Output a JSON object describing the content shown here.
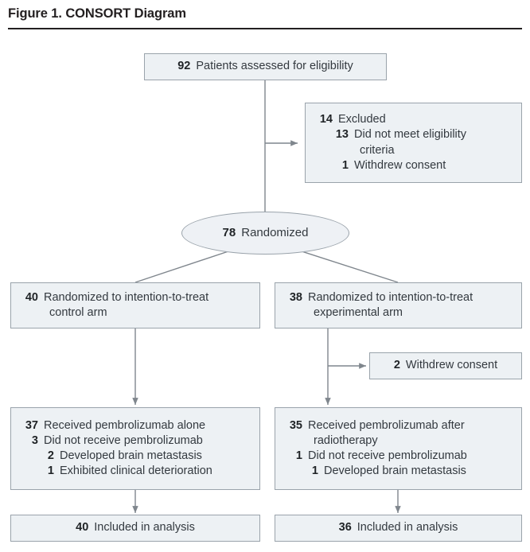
{
  "figure": {
    "title": "Figure 1. CONSORT Diagram",
    "colors": {
      "box_fill": "#edf1f4",
      "box_border": "#9aa3ab",
      "connector": "#7f868d",
      "text": "#33393f",
      "rule": "#231f20"
    }
  },
  "nodes": {
    "assessed": {
      "name": "patients-assessed",
      "lines": [
        {
          "num": "92",
          "text": "Patients assessed for eligibility",
          "level": 0
        }
      ]
    },
    "excluded": {
      "name": "excluded",
      "lines": [
        {
          "num": "14",
          "text": "Excluded",
          "level": 0
        },
        {
          "num": "13",
          "text": "Did not meet eligibility",
          "level": 1
        },
        {
          "num": "",
          "text": "criteria",
          "level": 1,
          "continuation": true
        },
        {
          "num": "1",
          "text": "Withdrew consent",
          "level": 1
        }
      ]
    },
    "randomized": {
      "name": "randomized",
      "lines": [
        {
          "num": "78",
          "text": "Randomized",
          "level": 0
        }
      ]
    },
    "control_arm": {
      "name": "control-arm",
      "lines": [
        {
          "num": "40",
          "text": "Randomized to intention-to-treat",
          "level": 0
        },
        {
          "num": "",
          "text": "control arm",
          "level": 0,
          "continuation": true
        }
      ]
    },
    "experimental_arm": {
      "name": "experimental-arm",
      "lines": [
        {
          "num": "38",
          "text": "Randomized to intention-to-treat",
          "level": 0
        },
        {
          "num": "",
          "text": "experimental arm",
          "level": 0,
          "continuation": true
        }
      ]
    },
    "withdrew_consent": {
      "name": "withdrew-consent",
      "lines": [
        {
          "num": "2",
          "text": "Withdrew consent",
          "level": 0
        }
      ]
    },
    "control_treatment": {
      "name": "control-treatment",
      "lines": [
        {
          "num": "37",
          "text": "Received pembrolizumab alone",
          "level": 0
        },
        {
          "num": "3",
          "text": "Did not receive pembrolizumab",
          "level": 0
        },
        {
          "num": "2",
          "text": "Developed brain metastasis",
          "level": 1
        },
        {
          "num": "1",
          "text": "Exhibited clinical deterioration",
          "level": 1
        }
      ]
    },
    "experimental_treatment": {
      "name": "experimental-treatment",
      "lines": [
        {
          "num": "35",
          "text": "Received pembrolizumab after",
          "level": 0
        },
        {
          "num": "",
          "text": "radiotherapy",
          "level": 0,
          "continuation": true
        },
        {
          "num": "1",
          "text": "Did not receive pembrolizumab",
          "level": 0
        },
        {
          "num": "1",
          "text": "Developed brain metastasis",
          "level": 1
        }
      ]
    },
    "control_analysis": {
      "name": "control-included-in-analysis",
      "lines": [
        {
          "num": "40",
          "text": "Included in analysis",
          "level": 0
        }
      ]
    },
    "experimental_analysis": {
      "name": "experimental-included-in-analysis",
      "lines": [
        {
          "num": "36",
          "text": "Included in analysis",
          "level": 0
        }
      ]
    }
  },
  "chart_data": {
    "type": "diagram",
    "title": "Figure 1. CONSORT Diagram",
    "flow": [
      {
        "id": "assessed",
        "label": "Patients assessed for eligibility",
        "value": 92
      },
      {
        "id": "excluded",
        "label": "Excluded",
        "value": 14,
        "children": [
          {
            "label": "Did not meet eligibility criteria",
            "value": 13
          },
          {
            "label": "Withdrew consent",
            "value": 1
          }
        ]
      },
      {
        "id": "randomized",
        "label": "Randomized",
        "value": 78
      },
      {
        "id": "control_arm",
        "label": "Randomized to intention-to-treat control arm",
        "value": 40
      },
      {
        "id": "experimental_arm",
        "label": "Randomized to intention-to-treat experimental arm",
        "value": 38
      },
      {
        "id": "withdrew_consent",
        "label": "Withdrew consent",
        "value": 2
      },
      {
        "id": "control_treatment",
        "label": "Received pembrolizumab alone",
        "value": 37,
        "siblings": [
          {
            "label": "Did not receive pembrolizumab",
            "value": 3,
            "children": [
              {
                "label": "Developed brain metastasis",
                "value": 2
              },
              {
                "label": "Exhibited clinical deterioration",
                "value": 1
              }
            ]
          }
        ]
      },
      {
        "id": "experimental_treatment",
        "label": "Received pembrolizumab after radiotherapy",
        "value": 35,
        "siblings": [
          {
            "label": "Did not receive pembrolizumab",
            "value": 1,
            "children": [
              {
                "label": "Developed brain metastasis",
                "value": 1
              }
            ]
          }
        ]
      },
      {
        "id": "control_analysis",
        "label": "Included in analysis",
        "value": 40
      },
      {
        "id": "experimental_analysis",
        "label": "Included in analysis",
        "value": 36
      }
    ]
  }
}
